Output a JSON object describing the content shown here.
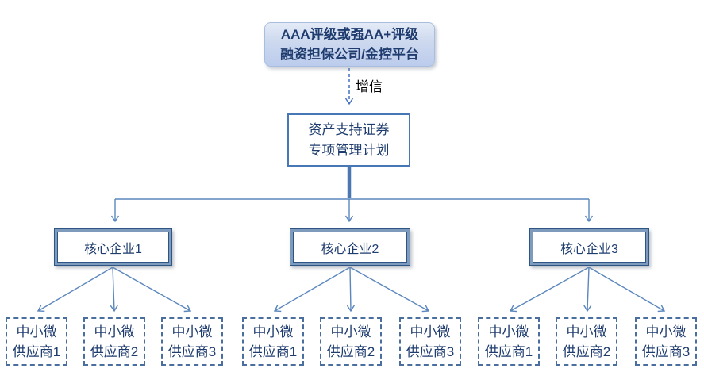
{
  "diagram": {
    "guarantor": {
      "line1": "AAA评级或强AA+评级",
      "line2": "融资担保公司/金控平台"
    },
    "edge_label": "增信",
    "plan": {
      "line1": "资产支持证券",
      "line2": "专项管理计划"
    },
    "core_enterprises": [
      {
        "label": "核心企业1"
      },
      {
        "label": "核心企业2"
      },
      {
        "label": "核心企业3"
      }
    ],
    "supplier_groups": [
      {
        "suppliers": [
          {
            "line1": "中小微",
            "line2": "供应商1"
          },
          {
            "line1": "中小微",
            "line2": "供应商2"
          },
          {
            "line1": "中小微",
            "line2": "供应商3"
          }
        ]
      },
      {
        "suppliers": [
          {
            "line1": "中小微",
            "line2": "供应商1"
          },
          {
            "line1": "中小微",
            "line2": "供应商2"
          },
          {
            "line1": "中小微",
            "line2": "供应商3"
          }
        ]
      },
      {
        "suppliers": [
          {
            "line1": "中小微",
            "line2": "供应商1"
          },
          {
            "line1": "中小微",
            "line2": "供应商2"
          },
          {
            "line1": "中小微",
            "line2": "供应商3"
          }
        ]
      }
    ],
    "colors": {
      "thin_line": "#5b87bd",
      "thick_line": "#4a76b2",
      "dashed_arrow": "#4472c4",
      "plan_border": "#4777b5",
      "core_frame": "#2e5684",
      "core_frame_fill": "#7e9bbd",
      "supplier_dash": "#4a6e9e",
      "text_navy": "#1e3c6e",
      "top_fill_top": "#e3ebf7",
      "top_fill_bottom": "#bccced"
    }
  }
}
